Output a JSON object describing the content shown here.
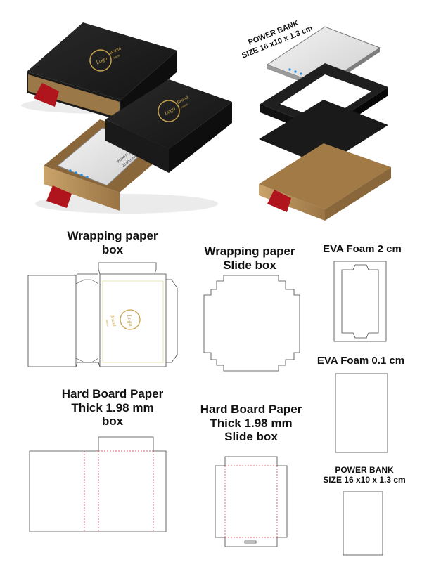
{
  "title_labels": {
    "wrapping_box": [
      "Wrapping paper",
      "box"
    ],
    "wrapping_slide": [
      "Wrapping paper",
      "Slide box"
    ],
    "eva_2": "EVA Foam 2 cm",
    "eva_01": "EVA Foam 0.1 cm",
    "hard_box": [
      "Hard Board Paper",
      "Thick 1.98 mm",
      "box"
    ],
    "hard_slide": [
      "Hard Board Paper",
      "Thick 1.98 mm",
      "Slide box"
    ],
    "power_bank_bottom": [
      "POWER BANK",
      "SIZE 16 x10 x 1.3 cm"
    ]
  },
  "product_callout": [
    "POWER BANK",
    "SIZE 16 x10 x 1.3 cm"
  ],
  "device_text": [
    "POWER BANK",
    "20,000 mAh"
  ],
  "logo": {
    "word": "Logo",
    "brand": "Brand",
    "sub": "name"
  },
  "colors": {
    "box_black": "#1c1c1c",
    "kraft": "#b9915a",
    "ribbon": "#b0151e",
    "gold": "#c8a24a",
    "dieline": "#444444",
    "fold": "#cc3344"
  }
}
